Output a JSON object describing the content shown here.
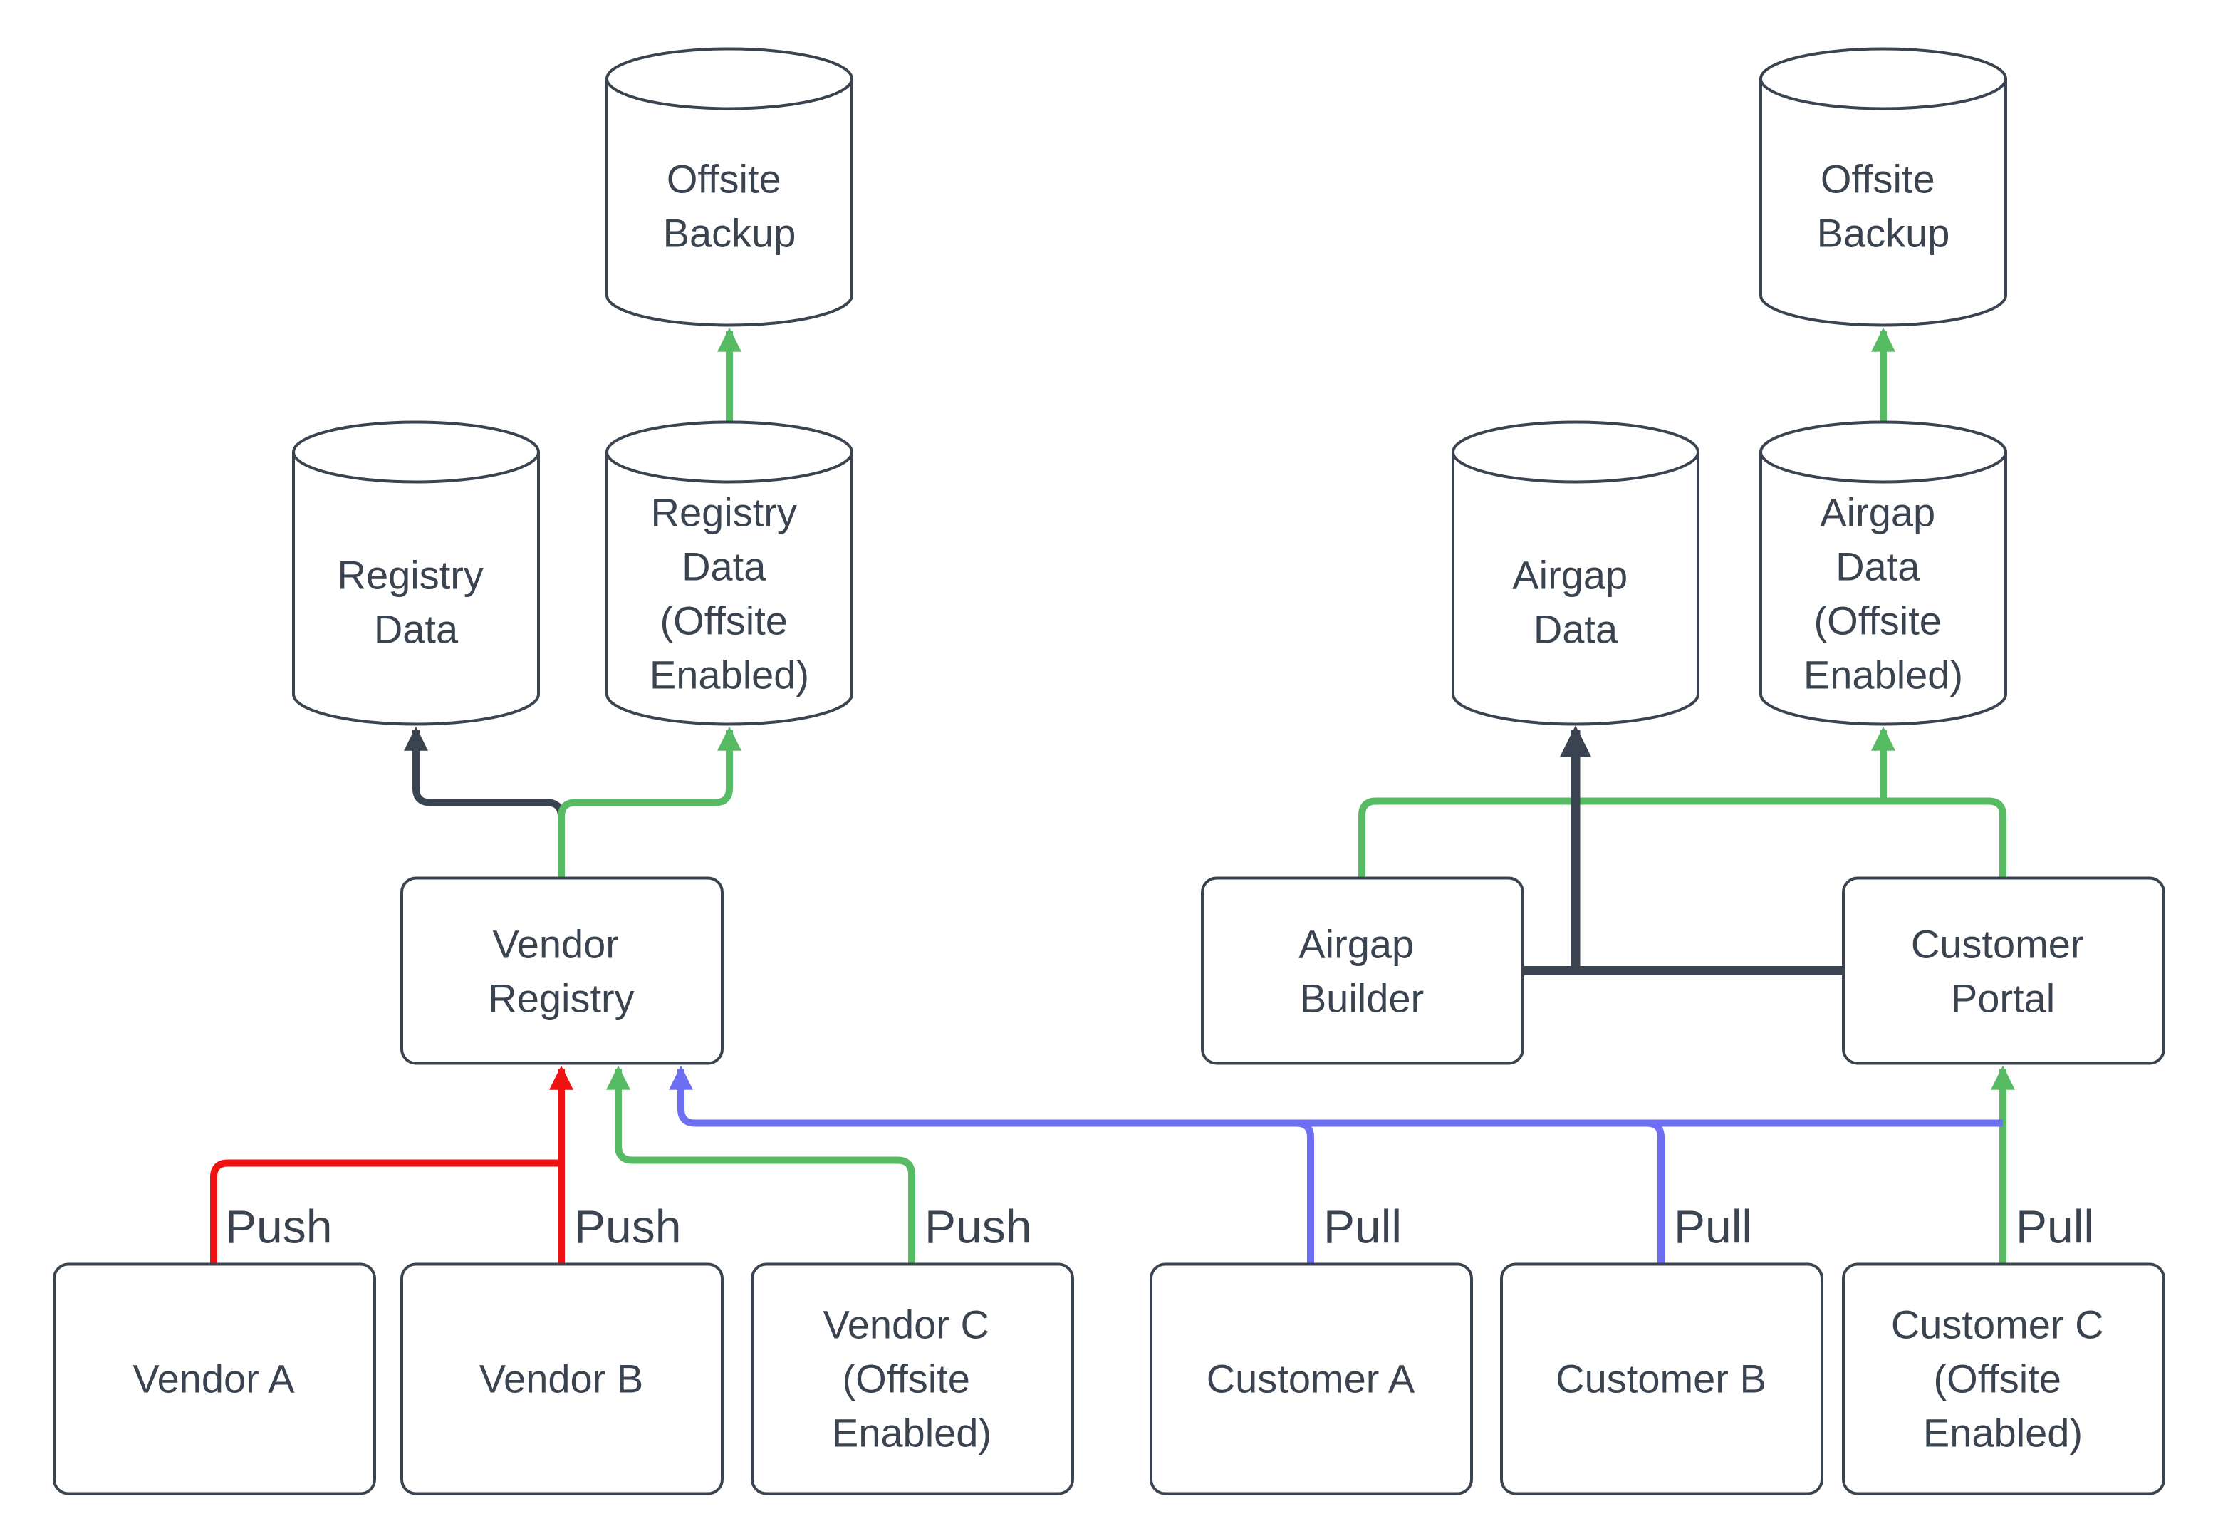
{
  "colors": {
    "background": "#ffffff",
    "node_fill": "#ffffff",
    "outline_dark": "#3a4450",
    "text": "#3a4450",
    "edge_red": "#f01111",
    "edge_green": "#56bb62",
    "edge_blue": "#6e6ef2",
    "edge_dark": "#3a4450"
  },
  "nodes": {
    "offsite_backup_left": {
      "lines": [
        "Offsite",
        "Backup"
      ]
    },
    "registry_data": {
      "lines": [
        "Registry",
        "Data"
      ]
    },
    "registry_data_offsite": {
      "lines": [
        "Registry",
        "Data",
        "(Offsite",
        "Enabled)"
      ]
    },
    "airgap_data": {
      "lines": [
        "Airgap",
        "Data"
      ]
    },
    "airgap_data_offsite": {
      "lines": [
        "Airgap",
        "Data",
        "(Offsite",
        "Enabled)"
      ]
    },
    "offsite_backup_right": {
      "lines": [
        "Offsite",
        "Backup"
      ]
    },
    "vendor_registry": {
      "lines": [
        "Vendor",
        "Registry"
      ]
    },
    "airgap_builder": {
      "lines": [
        "Airgap",
        "Builder"
      ]
    },
    "customer_portal": {
      "lines": [
        "Customer",
        "Portal"
      ]
    },
    "vendor_a": {
      "lines": [
        "Vendor A"
      ]
    },
    "vendor_b": {
      "lines": [
        "Vendor B"
      ]
    },
    "vendor_c": {
      "lines": [
        "Vendor C",
        "(Offsite",
        "Enabled)"
      ]
    },
    "customer_a": {
      "lines": [
        "Customer A"
      ]
    },
    "customer_b": {
      "lines": [
        "Customer B"
      ]
    },
    "customer_c": {
      "lines": [
        "Customer C",
        "(Offsite",
        "Enabled)"
      ]
    }
  },
  "edge_labels": {
    "vendor_a": "Push",
    "vendor_b": "Push",
    "vendor_c": "Push",
    "customer_a": "Pull",
    "customer_b": "Pull",
    "customer_c": "Pull"
  }
}
